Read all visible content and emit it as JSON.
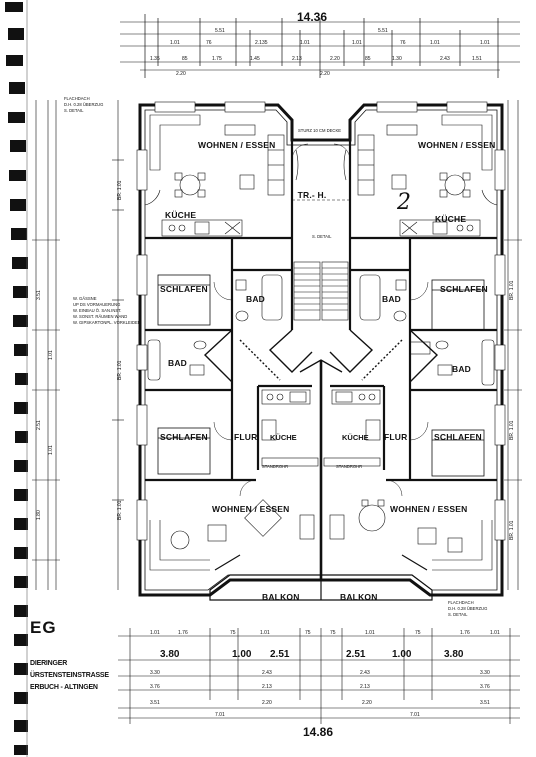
{
  "drawing": {
    "floor_code": "EG",
    "address_lines": [
      "DIERINGER",
      "ÜRSTENSTEINSTRASSE",
      "ERBUCH - ALTINGEN"
    ],
    "handwritten_mark": "2",
    "top_total_dimension": "14.36",
    "bottom_total_dimension": "14.86",
    "bottom_main_dimensions": [
      "3.80",
      "1.00",
      "2.51",
      "2.51",
      "1.00",
      "3.80"
    ],
    "stair_label": "TR.- H.",
    "stair_note": "STURZ 10 CM DECKE",
    "stair_detail": "S. DETAIL",
    "flachdach_note": "FLACHDACH",
    "rooms": {
      "wohnen_essen": "WOHNEN / ESSEN",
      "kueche": "KÜCHE",
      "schlafen": "SCHLAFEN",
      "bad": "BAD",
      "flur": "FLUR",
      "balkon": "BALKON"
    },
    "stair_box_label": "STANDROHR"
  }
}
